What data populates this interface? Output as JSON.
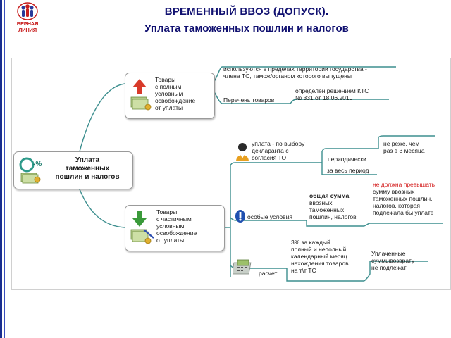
{
  "logo": {
    "text": "ВЕРНАЯ ЛИНИЯ"
  },
  "title": {
    "line1": "ВРЕМЕННЫЙ ВВОЗ (ДОПУСК).",
    "line2": "Уплата таможенных пошлин и налогов"
  },
  "diagram": {
    "center": {
      "label": "Уплата\nтаможенных\nпошлин и налогов",
      "icon": "money-percent-icon"
    },
    "full_exemption": {
      "label": "Товары\nс полным\nусловным\nосвобождение\nот уплаты",
      "icon": "money-arrow-up-icon",
      "branches": [
        {
          "text": "используются в пределах территории государства -\nчлена ТС, тамож/органом которого выпущены"
        },
        {
          "text": "Перечень товаров",
          "note": "определен решением КТС\n№ 331 от 18.06.2010"
        }
      ]
    },
    "partial_exemption": {
      "label": "Товары\nс частичным\nусловным\nосвобождение\nот уплаты",
      "icon": "money-arrow-down-icon",
      "payment": {
        "text": "уплата - по выбору\nдекларанта с\nсогласия ТО",
        "icon": "person-icon",
        "periodically": "периодически",
        "frequency": "не реже, чем\nраз в 3 месяца",
        "whole_period": "за весь период"
      },
      "special_conditions": {
        "text": "особые условия",
        "icon": "info-icon",
        "total_bold": "общая сумма",
        "total_rest": "ввозных\nтаможенных\nпошлин, налогов",
        "must_not_exceed_red": "не должна превышать",
        "must_not_exceed_rest": "сумму ввозных\nтаможенных пошлин,\nналогов, которая\nподлежала бы уплате"
      },
      "calculation": {
        "text": "расчет",
        "icon": "calculator-icon",
        "rate": "3% за каждый\nполный и неполный\nкалендарный месяц\nнахождения товаров\nна т\\т ТС",
        "refund": "Уплаченные\nсуммывозврату\nне подлежат"
      }
    }
  }
}
